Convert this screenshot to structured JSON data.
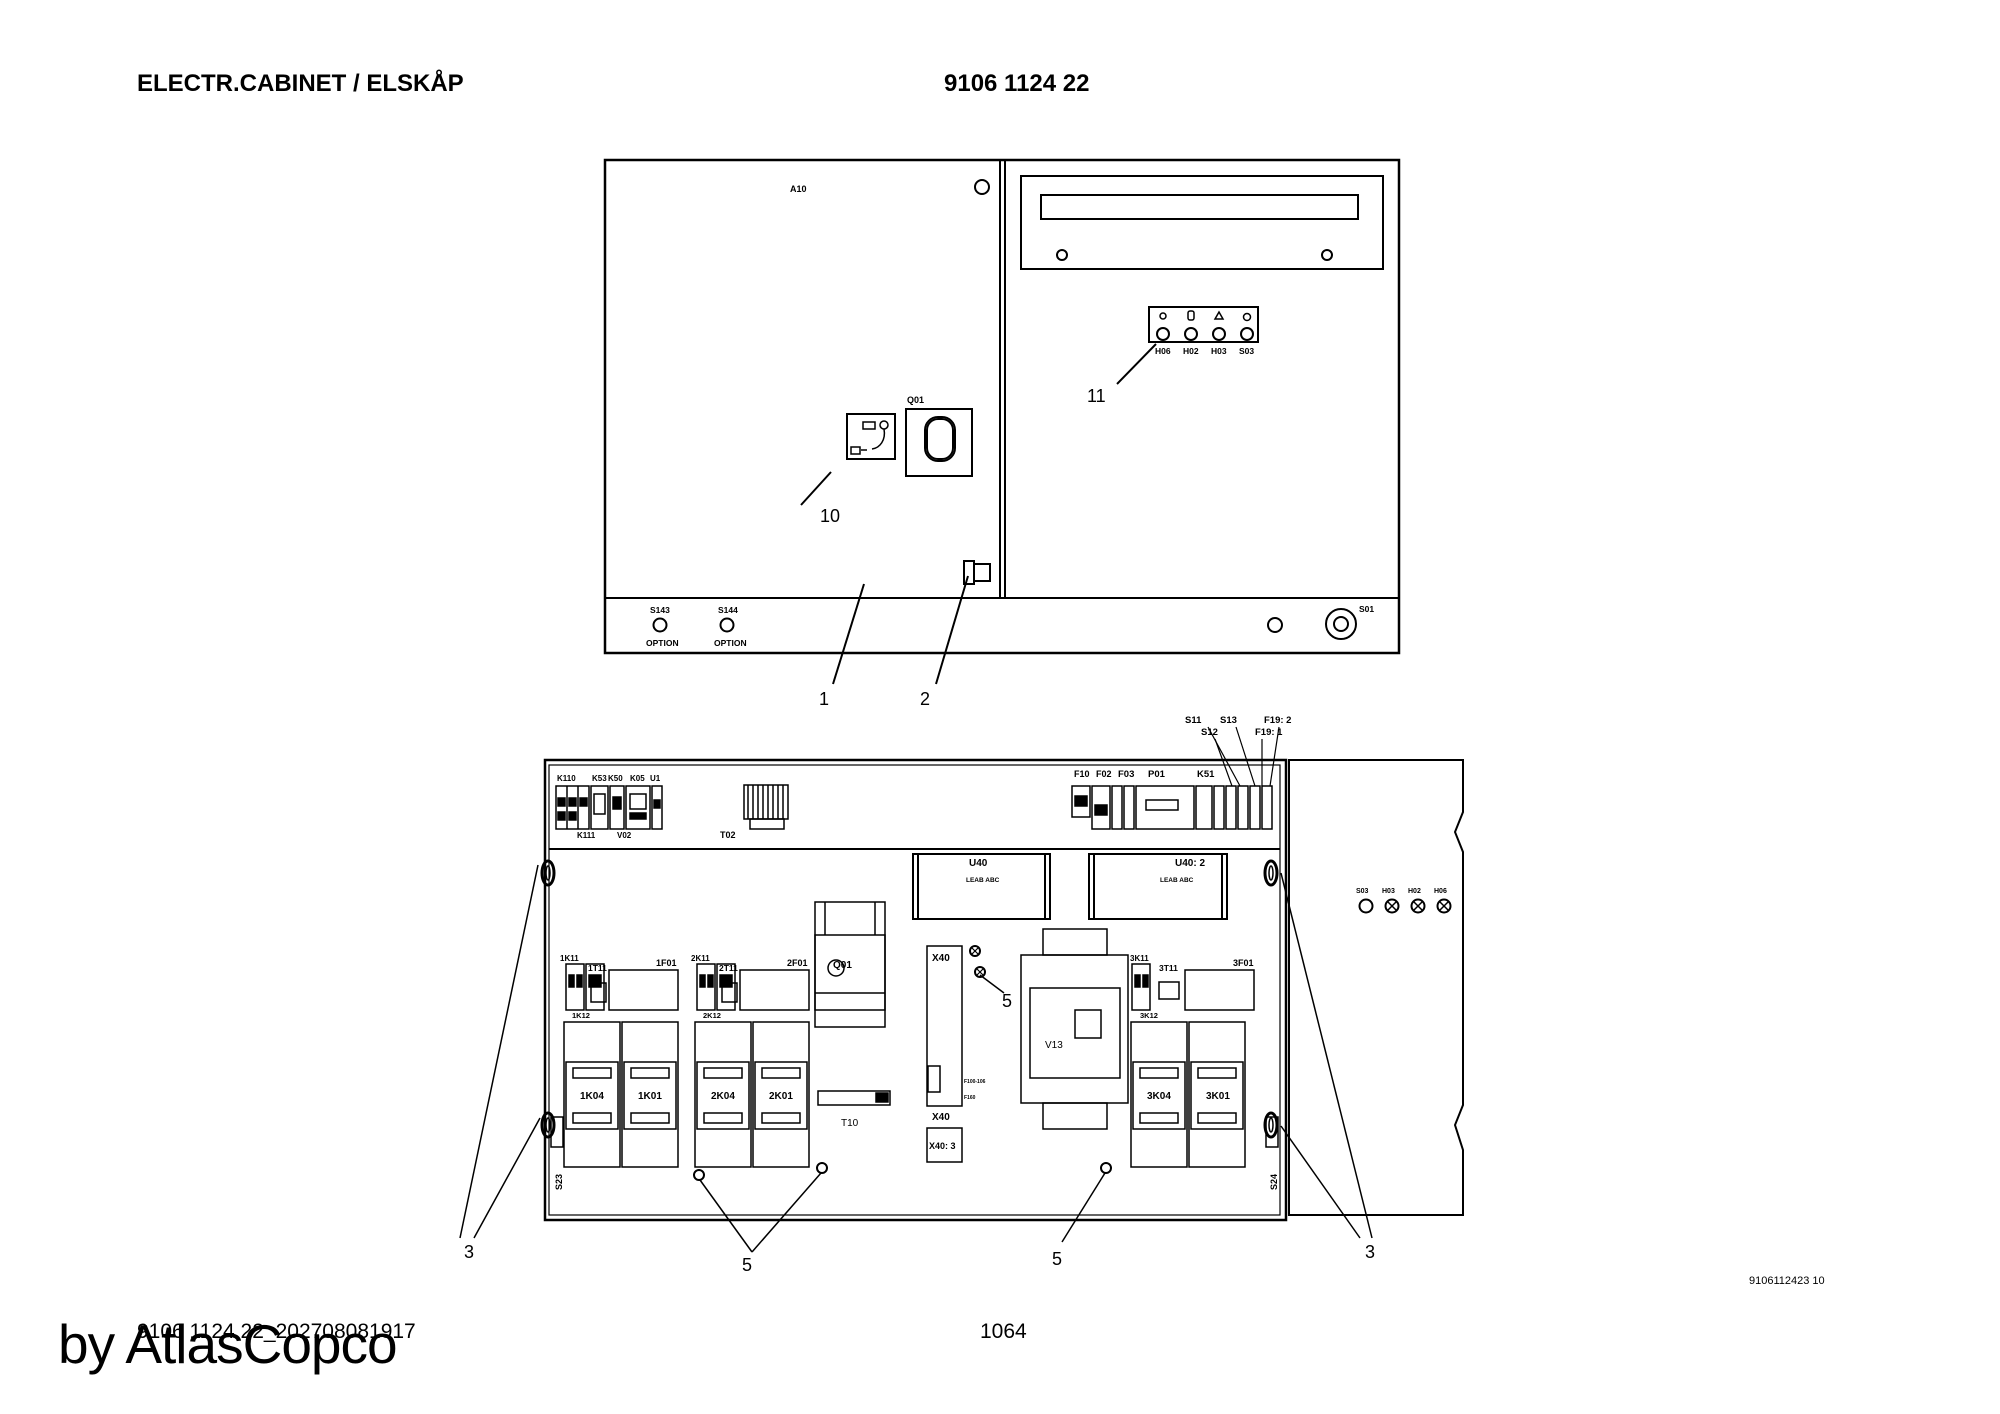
{
  "header": {
    "title": "ELECTR.CABINET / ELSKÅP",
    "part_number": "9106 1124 22"
  },
  "door": {
    "tags": {
      "a10": "A10",
      "q01": "Q01",
      "s143": "S143",
      "s144": "S144",
      "option1": "OPTION",
      "option2": "OPTION",
      "s01": "S01",
      "h06": "H06",
      "h02": "H02",
      "h03": "H03",
      "s03": "S03"
    },
    "callouts": {
      "c1": "1",
      "c2": "2",
      "c10": "10",
      "c11": "11"
    }
  },
  "cabinet": {
    "top_tags": {
      "s11": "S11",
      "s12": "S12",
      "s13": "S13",
      "f19_2": "F19: 2",
      "f19_1": "F19: 1",
      "k110": "K110",
      "k53": "K53",
      "k50": "K50",
      "k05": "K05",
      "u1": "U1",
      "k111": "K111",
      "v02": "V02",
      "t02": "T02",
      "f10": "F10",
      "f02": "F02",
      "f03": "F03",
      "p01": "P01",
      "k51": "K51"
    },
    "tags": {
      "u40": "U40",
      "u40_2": "U40: 2",
      "leab1": "LEAB ABC",
      "leab2": "LEAB ABC",
      "k1_11": "1K11",
      "t1_11": "1T11",
      "f1_01": "1F01",
      "k1_12": "1K12",
      "k2_11": "2K11",
      "t2_11": "2T11",
      "f2_01": "2F01",
      "k2_12": "2K12",
      "k3_11": "3K11",
      "t3_11": "3T11",
      "f3_01": "3F01",
      "k3_12": "3K12",
      "k1_04": "1K04",
      "k1_01": "1K01",
      "k2_04": "2K04",
      "k2_01": "2K01",
      "k3_04": "3K04",
      "k3_01": "3K01",
      "q01b": "Q01",
      "x40": "X40",
      "x40b": "X40",
      "x40_3": "X40: 3",
      "f100": "F100-106",
      "f160": "F160",
      "t10": "T10",
      "v13": "V13",
      "s23": "S23",
      "s24": "S24",
      "s03": "S03",
      "h03": "H03",
      "h02": "H02",
      "h06": "H06"
    },
    "callouts": {
      "c3a": "3",
      "c3b": "3",
      "c5a": "5",
      "c5b": "5",
      "c5c": "5"
    }
  },
  "footer": {
    "drawing_ref": "9106112423 10",
    "doc_code": "9106 1124 22_202708081917",
    "page_number": "1064",
    "watermark": "by AtlasCopco"
  }
}
